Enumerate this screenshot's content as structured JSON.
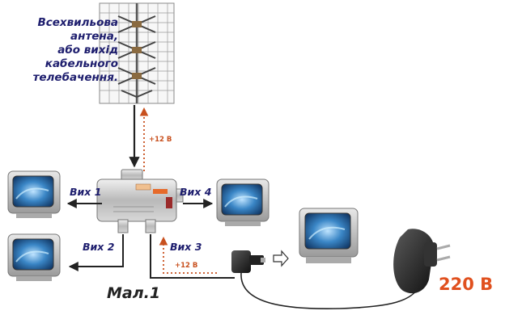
{
  "antenna_caption": [
    "Всехвильова",
    "антена,",
    "або вихід",
    "кабельного",
    "телебачення."
  ],
  "outputs": {
    "out1": "Вих 1",
    "out2": "Вих 2",
    "out3": "Вих 3",
    "out4": "Вих 4"
  },
  "voltage_top": "+12 В",
  "voltage_bottom": "+12 В",
  "figure_label": "Мал.1",
  "mains_voltage": "220 В",
  "colors": {
    "caption": "#1e1e6e",
    "dc_arrow": "#c8501e",
    "mains": "#e0501e",
    "signal": "#222222"
  }
}
